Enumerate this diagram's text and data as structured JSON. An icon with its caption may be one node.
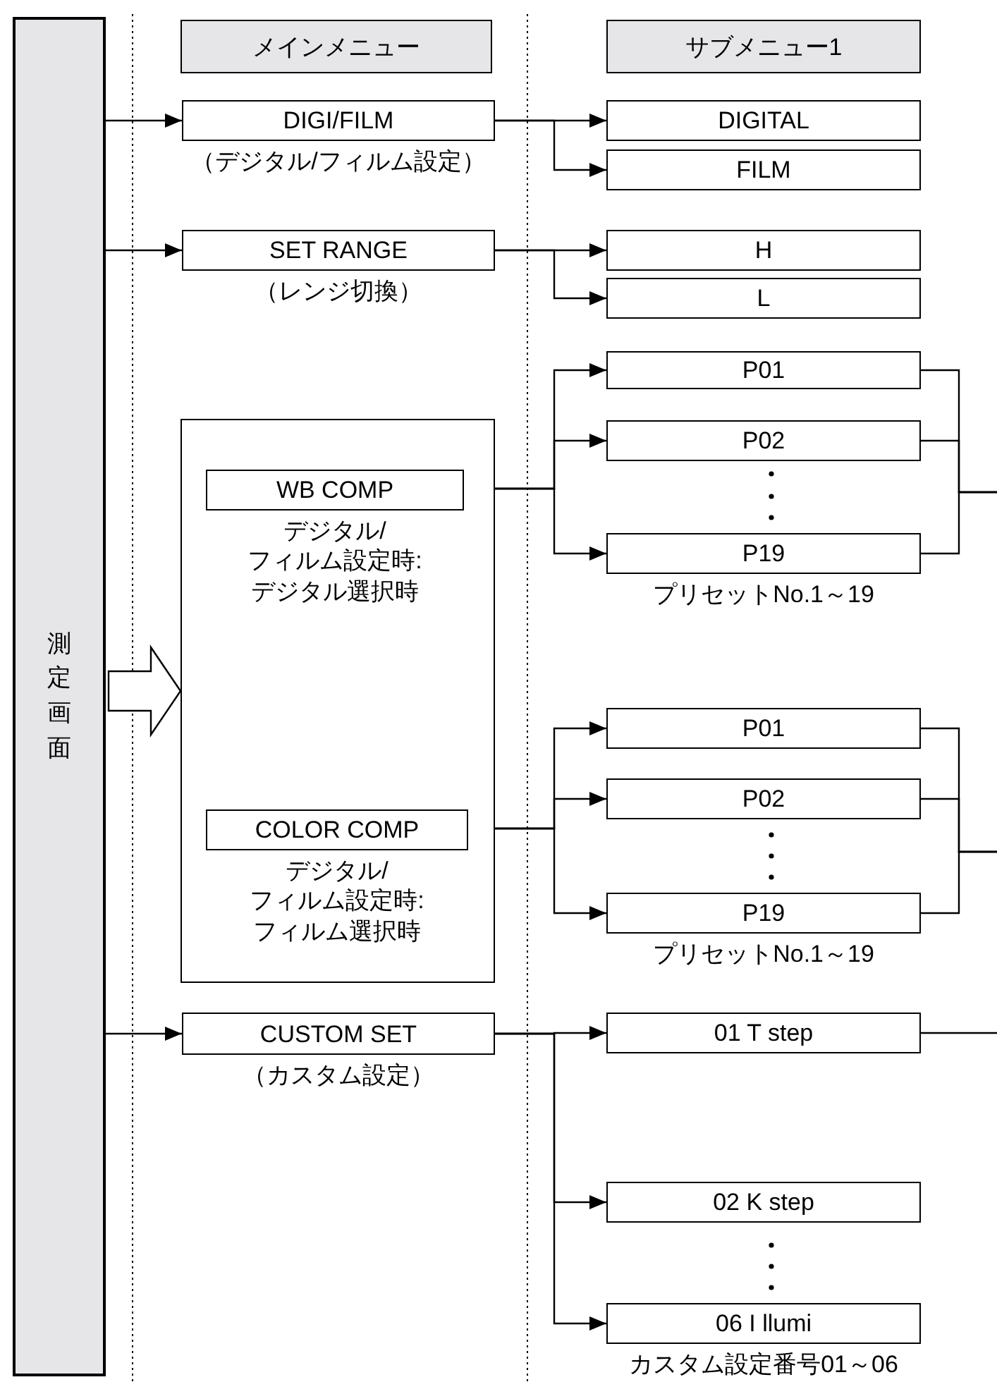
{
  "diagram": {
    "nodes": [
      {
        "text": [
          "測定画面"
        ]
      },
      {
        "text": [
          "メインメニュー"
        ]
      },
      {
        "text": [
          "サブメニュー1"
        ]
      },
      {
        "text": [
          "DIGI/FILM"
        ],
        "beside": [
          "（デジタル/フィルム設定）"
        ]
      },
      {
        "text": [
          "DIGITAL"
        ]
      },
      {
        "text": [
          "FILM"
        ]
      },
      {
        "text": [
          "SET RANGE"
        ],
        "beside": [
          "（レンジ切換）"
        ]
      },
      {
        "text": [
          "H"
        ]
      },
      {
        "text": [
          "L"
        ]
      },
      {
        "text": [],
        "shape": "box"
      },
      {
        "text": [
          "WB COMP"
        ],
        "beside": [
          "デジタル/ フィルム設定時: デジタル選択時"
        ],
        "in": 9
      },
      {
        "text": [
          "P01"
        ]
      },
      {
        "text": [
          "P02"
        ]
      },
      {
        "text": [
          "P19"
        ],
        "beside": [
          "プリセットNo.1～19"
        ]
      },
      {
        "text": [
          "COLOR COMP"
        ],
        "beside": [
          "デジタル/ フィルム設定時: フィルム選択時"
        ],
        "in": 9
      },
      {
        "text": [
          "P01"
        ]
      },
      {
        "text": [
          "P02"
        ]
      },
      {
        "text": [
          "P19"
        ],
        "beside": [
          "プリセットNo.1～19"
        ]
      },
      {
        "text": [
          "CUSTOM SET"
        ],
        "beside": [
          "（カスタム設定）"
        ]
      },
      {
        "text": [
          "01 T step"
        ]
      },
      {
        "text": [
          "02 K step"
        ]
      },
      {
        "text": [
          "06 I llumi"
        ],
        "beside": [
          "カスタム設定番号01～06"
        ]
      }
    ],
    "edges": [
      {
        "from": 0,
        "to": 3,
        "arrow": "to"
      },
      {
        "from": 0,
        "to": 6,
        "arrow": "to"
      },
      {
        "from": 0,
        "to": 9,
        "arrow": "to",
        "style": "thick"
      },
      {
        "from": 0,
        "to": 18,
        "arrow": "to"
      },
      {
        "from": 3,
        "to": 4,
        "arrow": "to"
      },
      {
        "from": 3,
        "to": 5,
        "arrow": "to"
      },
      {
        "from": 6,
        "to": 7,
        "arrow": "to"
      },
      {
        "from": 6,
        "to": 8,
        "arrow": "to"
      },
      {
        "from": 10,
        "to": 11,
        "arrow": "to"
      },
      {
        "from": 10,
        "to": 12,
        "arrow": "to"
      },
      {
        "from": 10,
        "to": 13,
        "arrow": "to"
      },
      {
        "from": 11,
        "to": null,
        "arrow": "none"
      },
      {
        "from": 12,
        "to": null,
        "arrow": "none"
      },
      {
        "from": 13,
        "to": null,
        "arrow": "none"
      },
      {
        "from": 14,
        "to": 15,
        "arrow": "to"
      },
      {
        "from": 14,
        "to": 16,
        "arrow": "to"
      },
      {
        "from": 14,
        "to": 17,
        "arrow": "to"
      },
      {
        "from": 15,
        "to": null,
        "arrow": "none"
      },
      {
        "from": 16,
        "to": null,
        "arrow": "none"
      },
      {
        "from": 17,
        "to": null,
        "arrow": "none"
      },
      {
        "from": 18,
        "to": 19,
        "arrow": "to"
      },
      {
        "from": 18,
        "to": 20,
        "arrow": "to"
      },
      {
        "from": 18,
        "to": 21,
        "arrow": "to"
      },
      {
        "from": 19,
        "to": null,
        "arrow": "none"
      }
    ]
  }
}
